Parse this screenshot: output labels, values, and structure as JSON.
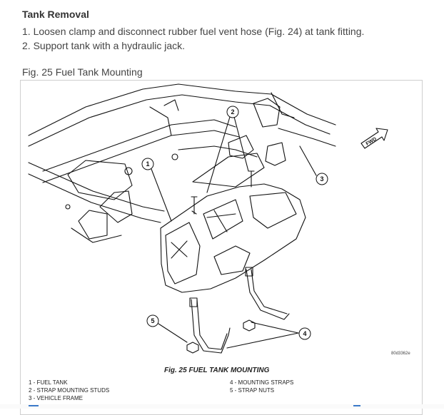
{
  "section": {
    "title": "Tank Removal",
    "steps": [
      "1. Loosen clamp and disconnect rubber fuel vent hose (Fig. 24) at tank fitting.",
      "2. Support tank with a hydraulic jack."
    ]
  },
  "figure": {
    "caption": "Fig. 25 Fuel Tank Mounting",
    "title": "Fig. 25 FUEL TANK MOUNTING",
    "drawing_code": "80d3362e",
    "fwd_label": "FWD",
    "callouts": [
      "1",
      "2",
      "3",
      "4",
      "5"
    ],
    "legend_left": [
      "1 - FUEL TANK",
      "2 - STRAP MOUNTING STUDS",
      "3 - VEHICLE FRAME"
    ],
    "legend_right": [
      "4 - MOUNTING STRAPS",
      "5 - STRAP NUTS"
    ]
  },
  "colors": {
    "link_accent": "#3b79c9",
    "line": "#111111"
  }
}
